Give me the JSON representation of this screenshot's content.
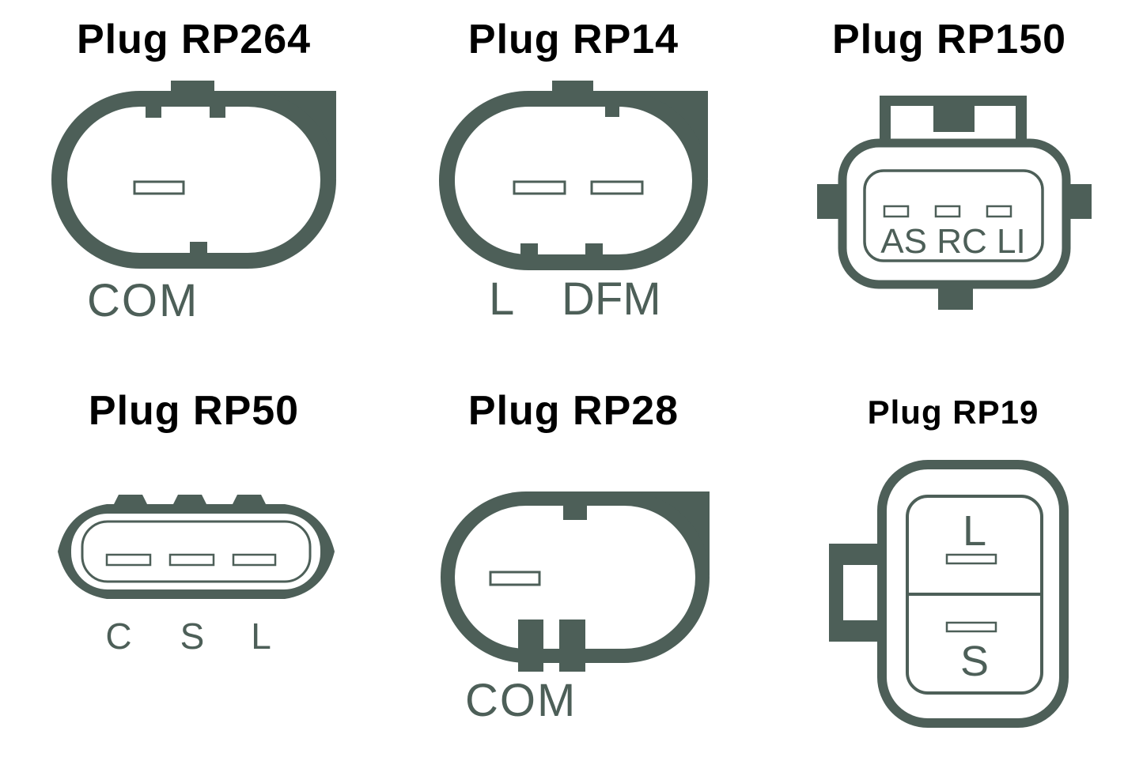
{
  "colors": {
    "accent": "#4d5f58",
    "title": "#000000",
    "background": "#ffffff"
  },
  "plugs": {
    "rp264": {
      "title": "Plug RP264",
      "terminal_label": "COM"
    },
    "rp14": {
      "title": "Plug RP14",
      "terminal_l": "L",
      "terminal_dfm": "DFM"
    },
    "rp150": {
      "title": "Plug RP150",
      "terminals_text": "AS RC LI"
    },
    "rp50": {
      "title": "Plug RP50",
      "terminal_c": "C",
      "terminal_s": "S",
      "terminal_l": "L"
    },
    "rp28": {
      "title": "Plug RP28",
      "terminal_label": "COM"
    },
    "rp19": {
      "title": "Plug RP19",
      "terminal_l": "L",
      "terminal_s": "S"
    }
  }
}
